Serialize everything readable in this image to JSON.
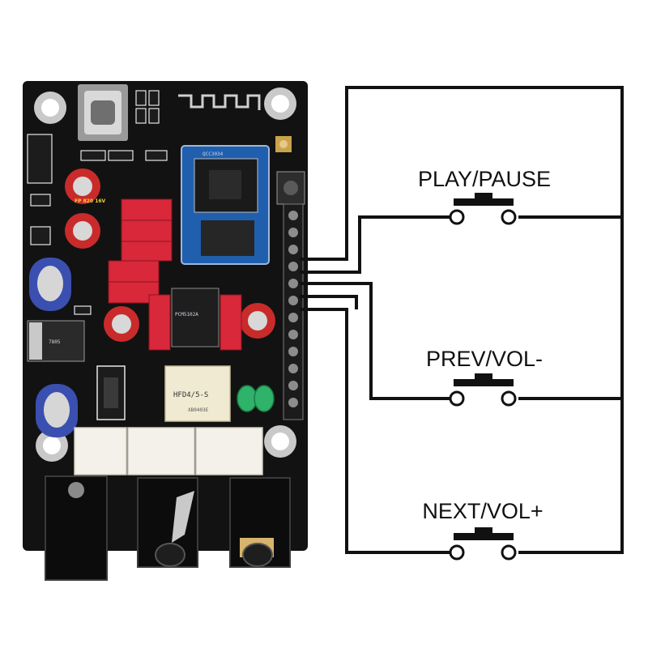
{
  "buttons": [
    {
      "label": "PLAY/PAUSE"
    },
    {
      "label": "PREV/VOL-"
    },
    {
      "label": "NEXT/VOL+"
    }
  ],
  "board": {
    "module_text": "QCC3034",
    "dac_chip_text": "PCM5102A",
    "relay_text": "HFD4/5-S",
    "relay_code": "XB0403E",
    "regulator_text": "7805",
    "cap_text": "FP 820 16V"
  },
  "colors": {
    "wire": "#111111",
    "pcb": "#121212",
    "module": "#1f5fae",
    "film_capacitor": "#d8283a",
    "electrolytic_capacitor": "#3a4fb0",
    "led": "#2fb26a"
  }
}
